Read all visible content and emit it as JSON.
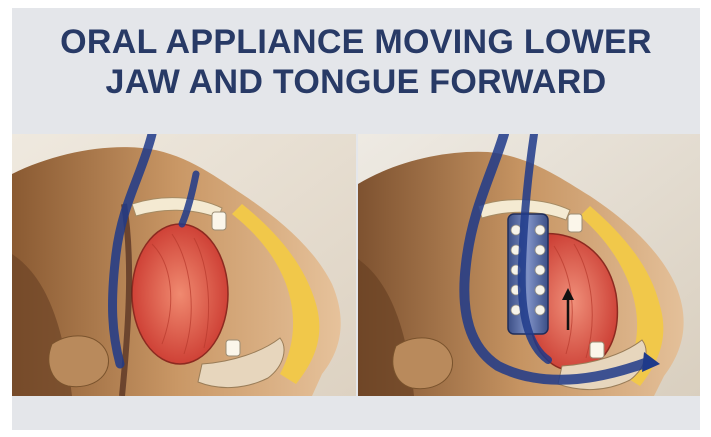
{
  "header": {
    "title_line1": "ORAL APPLIANCE MOVING LOWER",
    "title_line2": "JAW AND TONGUE FORWARD"
  },
  "colors": {
    "title": "#283a66",
    "background": "#e4e6ea",
    "airway_arrow": "#1f3a8a",
    "tongue": "#d9453a",
    "fat_layer": "#f1c84a",
    "skin": "#c89a6a",
    "appliance": "#5a6fa8"
  },
  "panels": {
    "left_icon": "obstructed-airway-illustration",
    "right_icon": "open-airway-with-oral-appliance-illustration"
  }
}
